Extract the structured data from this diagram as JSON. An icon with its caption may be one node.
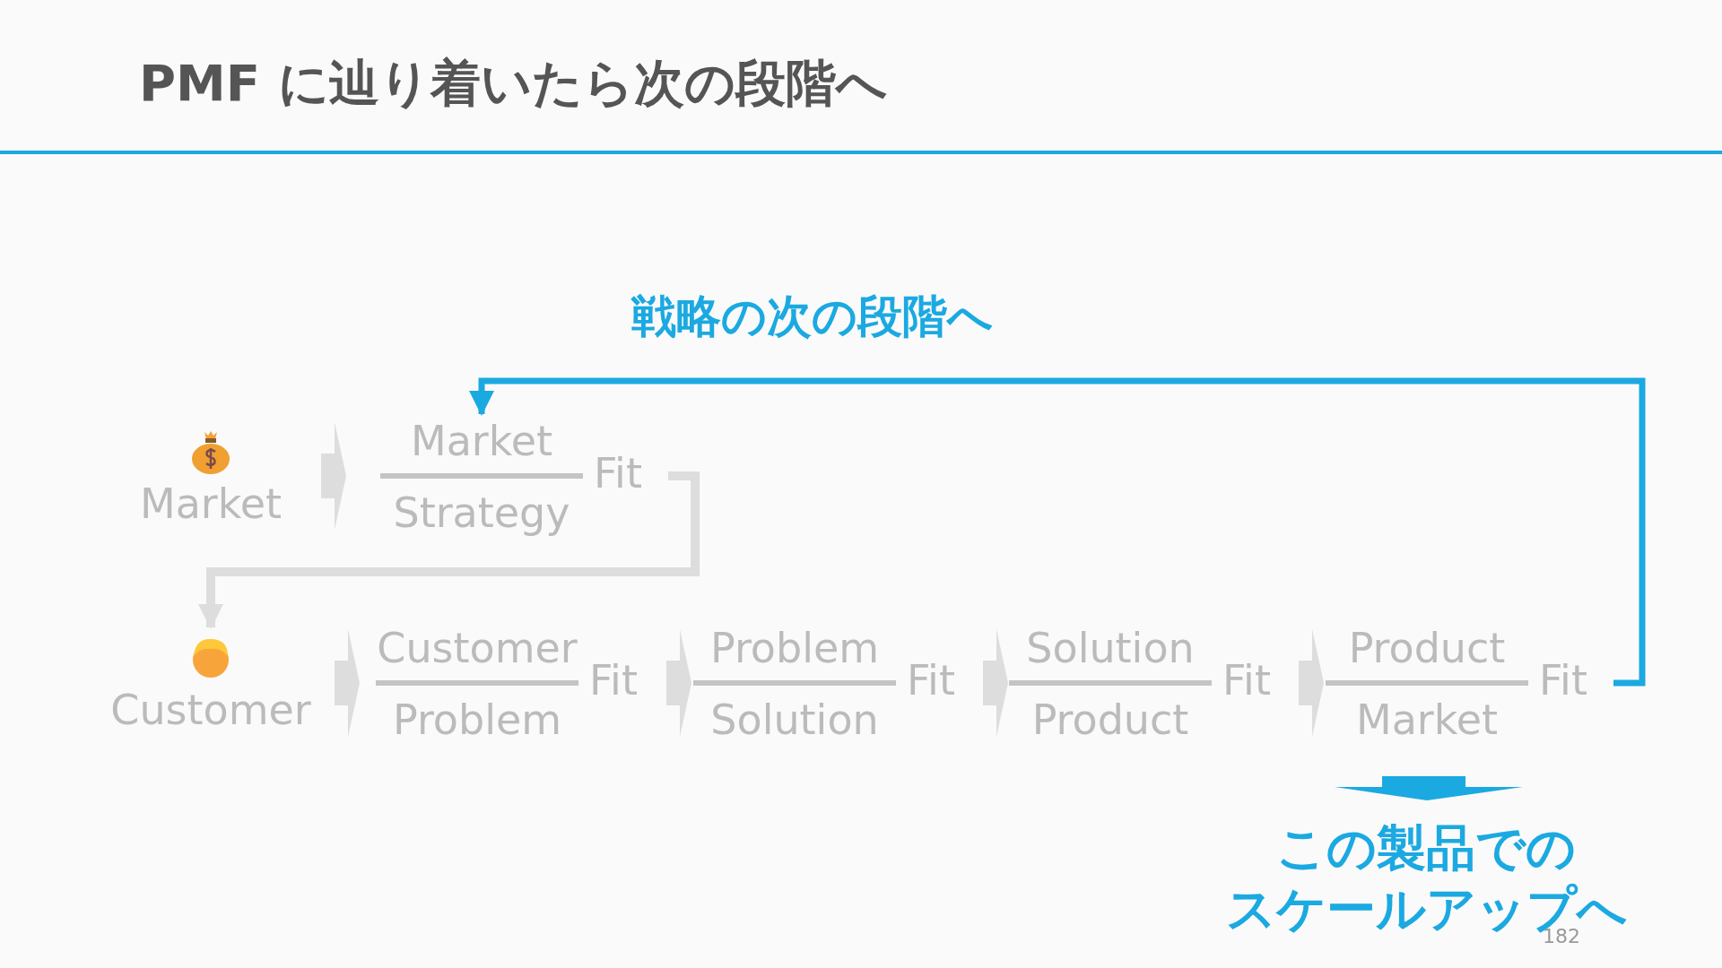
{
  "diagram": {
    "title": "PMF に辿り着いたら次の段階へ",
    "nodes": [
      {
        "text": [
          "Market"
        ]
      },
      {
        "text": [
          "Market",
          "Strategy",
          "Fit"
        ]
      },
      {
        "text": [
          "Customer"
        ]
      },
      {
        "text": [
          "Customer",
          "Problem",
          "Fit"
        ]
      },
      {
        "text": [
          "Problem",
          "Solution",
          "Fit"
        ]
      },
      {
        "text": [
          "Solution",
          "Product",
          "Fit"
        ]
      },
      {
        "text": [
          "Product",
          "Market",
          "Fit"
        ]
      },
      {
        "text": [
          "この製品でのスケールアップへ"
        ]
      }
    ],
    "edges": [
      {
        "from": 0,
        "to": 1,
        "arrow": "to"
      },
      {
        "from": 1,
        "to": 2,
        "arrow": "to"
      },
      {
        "from": 2,
        "to": 3,
        "arrow": "to"
      },
      {
        "from": 3,
        "to": 4,
        "arrow": "to"
      },
      {
        "from": 4,
        "to": 5,
        "arrow": "to"
      },
      {
        "from": 5,
        "to": 6,
        "arrow": "to"
      },
      {
        "from": 6,
        "to": 1,
        "arrow": "to",
        "label": "戦略の次の段階へ",
        "color": "#1ba9e1"
      },
      {
        "from": 6,
        "to": 7,
        "arrow": "to",
        "color": "#1ba9e1"
      }
    ],
    "labels": [
      "182"
    ]
  }
}
